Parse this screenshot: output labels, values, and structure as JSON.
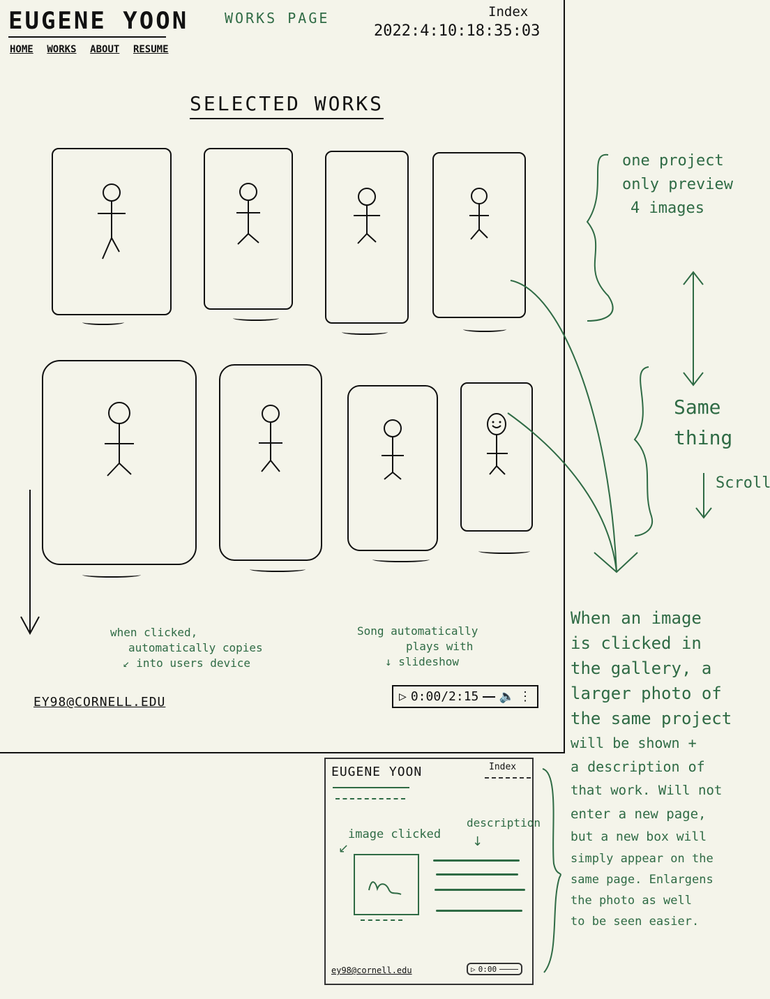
{
  "sketch": {
    "site_title": "EUGENE YOON",
    "nav": [
      "HOME",
      "WORKS",
      "ABOUT",
      "RESUME"
    ],
    "page_label": "WORKS PAGE",
    "index_label": "Index",
    "timestamp": "2022:4:10:18:35:03",
    "heading": "SELECTED WORKS",
    "email": "EY98@CORNELL.EDU",
    "player_time": "0:00/2:15",
    "email_note": [
      "when clicked,",
      "automatically copies",
      "into users device"
    ],
    "song_note": [
      "Song automatically",
      "plays with",
      "slideshow"
    ]
  },
  "annotations": {
    "preview_note": [
      "one project",
      "only preview",
      "4 images"
    ],
    "same_thing": [
      "Same",
      "thing"
    ],
    "scroll": "Scroll",
    "click_note": [
      "When an image",
      "is clicked in",
      "the gallery, a",
      "larger photo of",
      "the same project",
      "will be shown +",
      "a description of",
      "that work. Will not",
      "enter a new page,",
      "but a new box will",
      "simply appear on the",
      "same page. Enlargens",
      "the photo as well",
      "to be seen easier."
    ]
  },
  "mini": {
    "site_title": "EUGENE YOON",
    "index_label": "Index",
    "image_label": "image clicked",
    "desc_label": "description",
    "email": "ey98@cornell.edu",
    "player_time": "0:00"
  },
  "colors": {
    "ink": "#111111",
    "annotation": "#2f6b45",
    "paper": "#f4f4ea"
  }
}
